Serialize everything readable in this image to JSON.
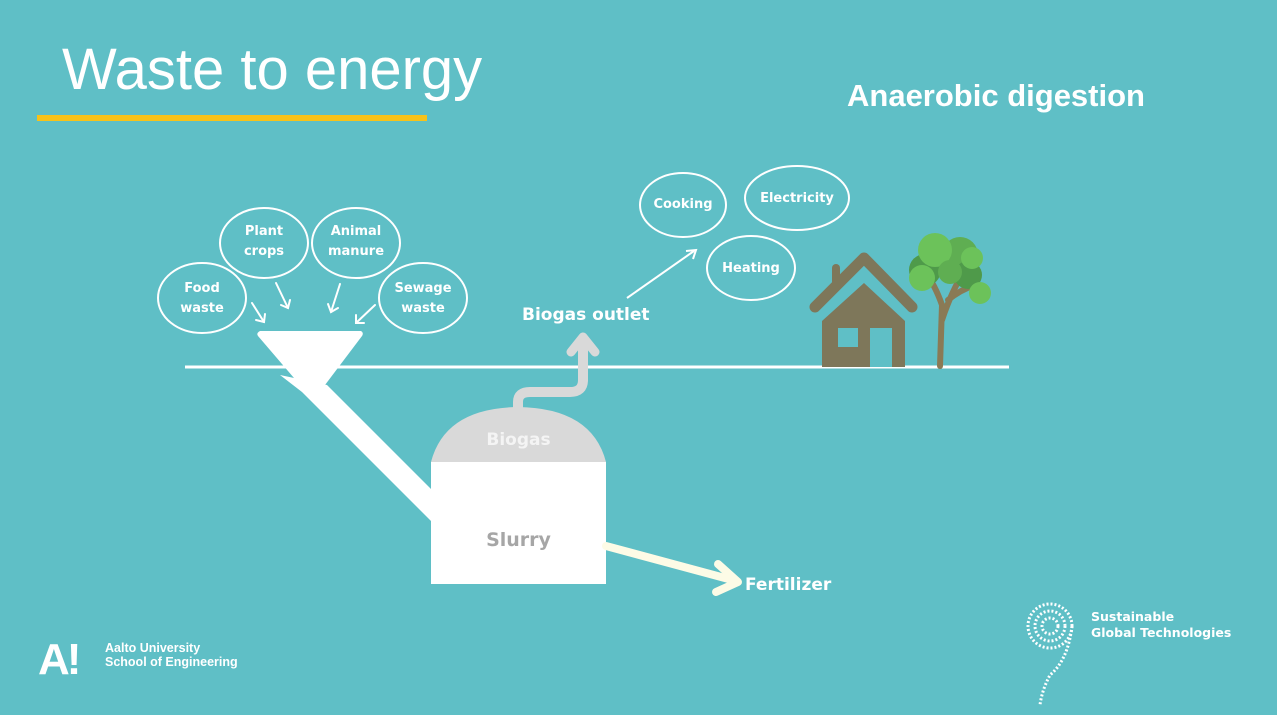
{
  "slide": {
    "title": "Waste to energy",
    "subtitle": "Anaerobic digestion",
    "accent_color": "#f7c21a",
    "background_color": "#5fbfc6"
  },
  "inputs": [
    {
      "line1": "Food",
      "line2": "waste"
    },
    {
      "line1": "Plant",
      "line2": "crops"
    },
    {
      "line1": "Animal",
      "line2": "manure"
    },
    {
      "line1": "Sewage",
      "line2": "waste"
    }
  ],
  "digester": {
    "gas_label": "Biogas",
    "slurry_label": "Slurry"
  },
  "outlet_label": "Biogas outlet",
  "uses": [
    "Cooking",
    "Electricity",
    "Heating"
  ],
  "output_label": "Fertilizer",
  "footer": {
    "aalto_logo": "A!",
    "aalto_line1": "Aalto University",
    "aalto_line2": "School of Engineering",
    "sgt_line1": "Sustainable",
    "sgt_line2": "Global Technologies"
  }
}
